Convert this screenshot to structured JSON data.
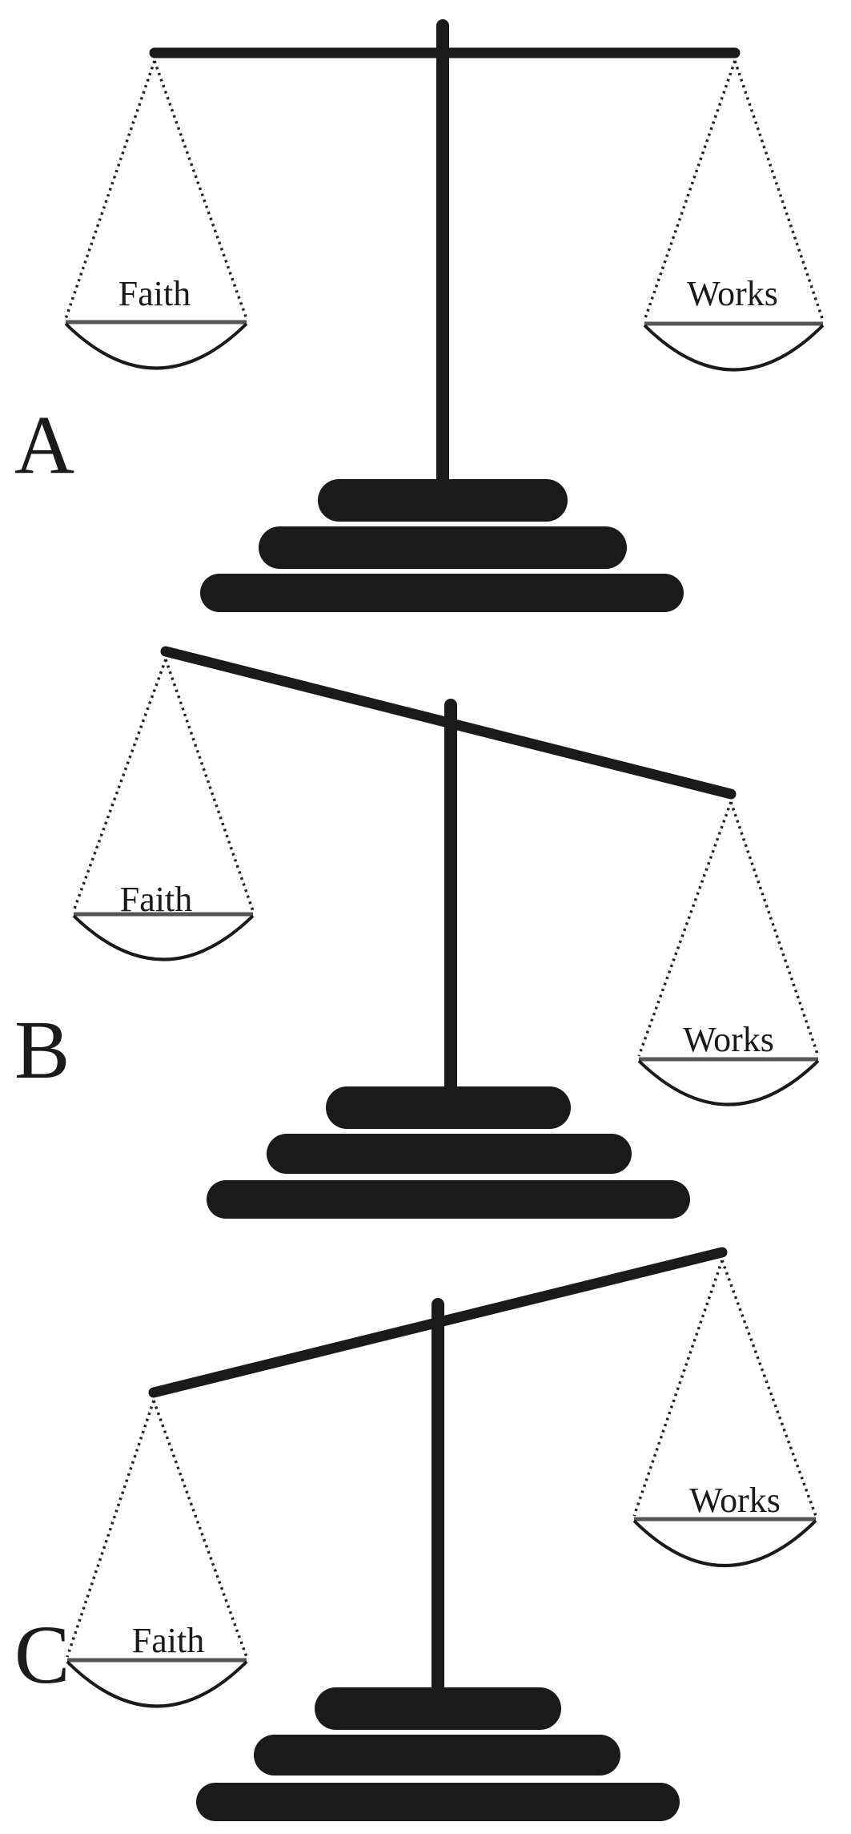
{
  "panels": [
    {
      "letter": "A",
      "left_pan": {
        "label": "Faith"
      },
      "right_pan": {
        "label": "Works"
      },
      "tilt": "balanced"
    },
    {
      "letter": "B",
      "left_pan": {
        "label": "Faith"
      },
      "right_pan": {
        "label": "Works"
      },
      "tilt": "right-side-down"
    },
    {
      "letter": "C",
      "left_pan": {
        "label": "Faith"
      },
      "right_pan": {
        "label": "Works"
      },
      "tilt": "left-side-down"
    }
  ],
  "colors": {
    "ink": "#1a1a1a",
    "rim": "#555555",
    "background": "#ffffff"
  }
}
